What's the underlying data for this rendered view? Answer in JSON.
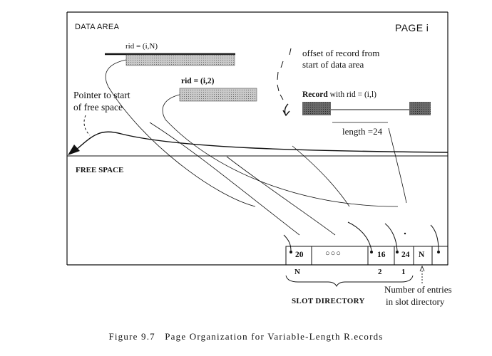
{
  "page": {
    "data_area_label": "DATA AREA",
    "page_label": "PAGE i",
    "free_space_label": "FREE SPACE"
  },
  "records": {
    "rid_n_label": "rid = (i,N)",
    "rid_2_label": "rid = (i,2)",
    "record_bold": "Record",
    "record_rest": " with rid = (i,l)",
    "length_label": "length =24",
    "offset_line1": "offset of record from",
    "offset_line2": "start of data area"
  },
  "pointer": {
    "line1": "Pointer to start",
    "line2": "of free space"
  },
  "slots": {
    "cells": [
      "20",
      "○○○",
      "16",
      "24",
      "N"
    ],
    "below_labels": [
      "N",
      "2",
      "1"
    ],
    "directory_label": "SLOT DIRECTORY",
    "entries_line1": "Number of entries",
    "entries_line2": "in slot directory"
  },
  "caption": "Figure 9.7   Page Organization for Variable-Length R.ecords",
  "colors": {
    "record_fill": "#b8b8b8",
    "record_dark": "#555555",
    "line": "#111111"
  }
}
